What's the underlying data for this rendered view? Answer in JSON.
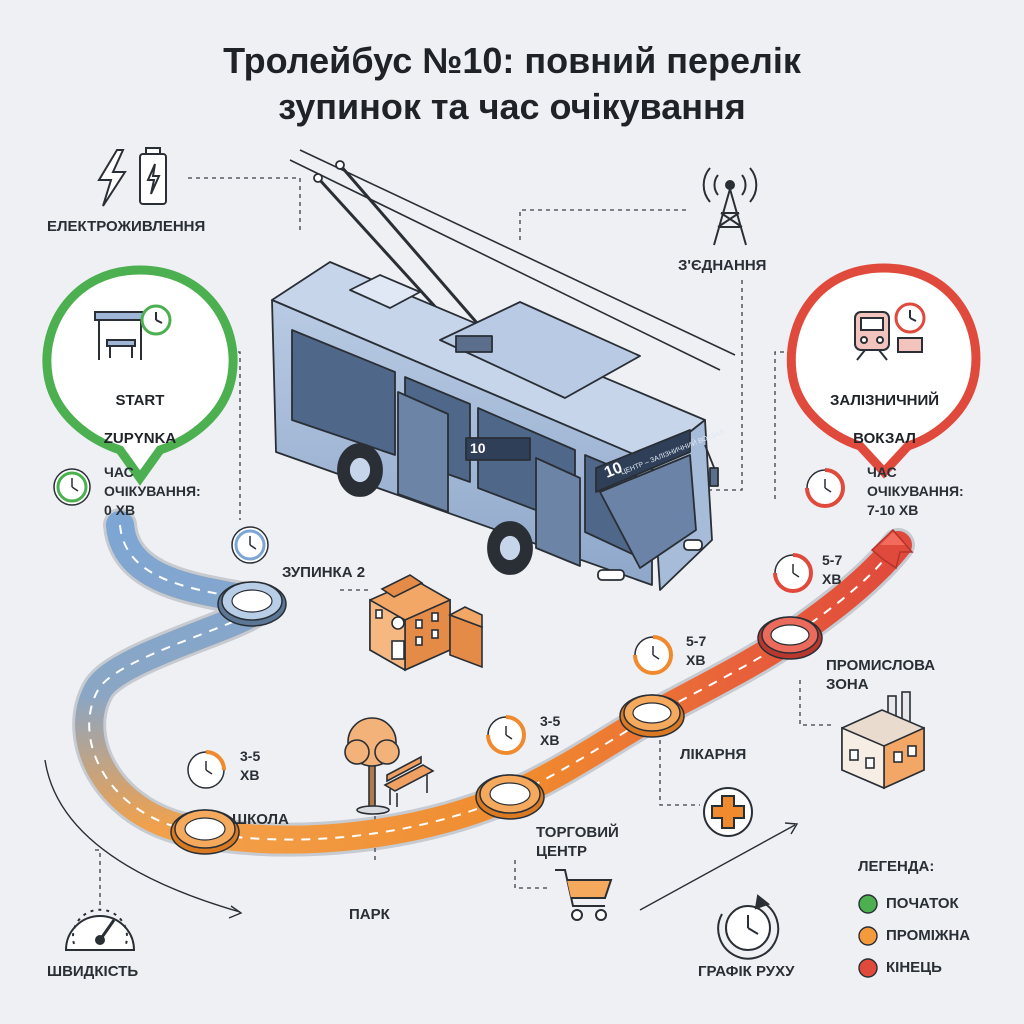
{
  "title_line1": "Тролейбус №10: повний перелік",
  "title_line2": "зупинок та час очікування",
  "features": {
    "power": "ЕЛЕКТРОЖИВЛЕННЯ",
    "connection": "З'ЄДНАННЯ",
    "speed": "ШВИДКІСТЬ",
    "schedule": "ГРАФІК РУХУ"
  },
  "start_pin": {
    "line1": "START",
    "line2": "ZUPYNKA",
    "wait": "ЧАС\nОЧІКУВАННЯ:\n0 ХВ"
  },
  "end_pin": {
    "line1": "ЗАЛІЗНИЧНИЙ",
    "line2": "ВОКЗАЛ",
    "wait": "ЧАС\nОЧІКУВАННЯ:\n7-10 ХВ"
  },
  "bus": {
    "number": "10",
    "sign": "ЦЕНТР – ЗАЛІЗНИЧНИЙ ВОКЗАЛ"
  },
  "stops": [
    {
      "name": "ЗУПИНКА 2",
      "wait": ""
    },
    {
      "name": "ШКОЛА",
      "wait": "3-5\nХВ"
    },
    {
      "name": "ПАРК",
      "wait": ""
    },
    {
      "name": "ТОРГОВИЙ\nЦЕНТР",
      "wait": "3-5\nХВ"
    },
    {
      "name": "ЛІКАРНЯ",
      "wait": "5-7\nХВ"
    },
    {
      "name": "ПРОМИСЛОВА\nЗОНА",
      "wait": "5-7\nХВ"
    }
  ],
  "legend": {
    "title": "ЛЕГЕНДА:",
    "items": [
      {
        "label": "ПОЧАТОК",
        "color": "#4caf50"
      },
      {
        "label": "ПРОМІЖНА",
        "color": "#f59a3a"
      },
      {
        "label": "КІНЕЦЬ",
        "color": "#e04a3c"
      }
    ]
  },
  "colors": {
    "start": "#4caf50",
    "middle": "#f59a3a",
    "end": "#e04a3c",
    "route_start": "#7ea6d4",
    "bus_body": "#9fb6d6"
  }
}
